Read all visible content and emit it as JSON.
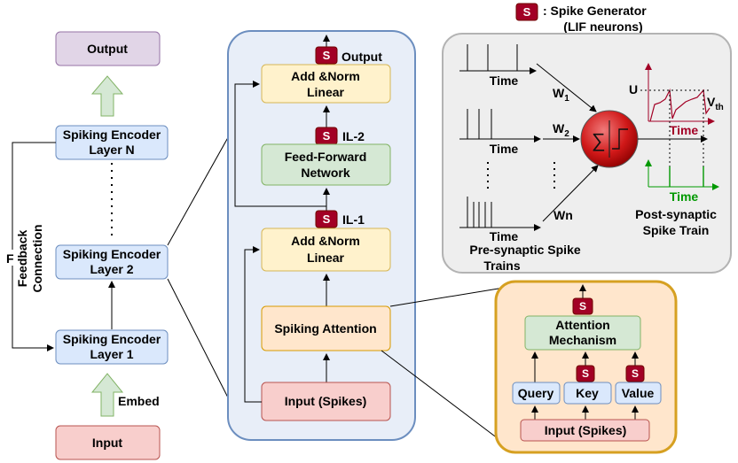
{
  "legend": {
    "badge": "S",
    "text_line1": ": Spike Generator",
    "text_line2": "(LIF neurons)"
  },
  "left": {
    "output": "Output",
    "layer_n": [
      "Spiking Encoder",
      "Layer N"
    ],
    "layer_2": [
      "Spiking Encoder",
      "Layer 2"
    ],
    "layer_1": [
      "Spiking Encoder",
      "Layer 1"
    ],
    "input": "Input",
    "embed": "Embed",
    "f_label": "F",
    "feedback": [
      "Feedback",
      "Connection"
    ]
  },
  "middle": {
    "output_label": "Output",
    "add_norm_top": [
      "Add &Norm",
      "Linear"
    ],
    "il2": "IL-2",
    "ffn": [
      "Feed-Forward",
      "Network"
    ],
    "il1": "IL-1",
    "add_norm_bottom": [
      "Add &Norm",
      "Linear"
    ],
    "attention": "Spiking Attention",
    "input": "Input (Spikes)"
  },
  "neuron": {
    "time_labels": [
      "Time",
      "Time",
      "Time"
    ],
    "w1": "W",
    "w1_sub": "1",
    "w2": "W",
    "w2_sub": "2",
    "wn": "Wn",
    "pre": [
      "Pre-synaptic Spike",
      "Trains"
    ],
    "u": "U",
    "vth": "V",
    "vth_sub": "th",
    "time_red": "Time",
    "time_green": "Time",
    "post": [
      "Post-synaptic",
      "Spike Train"
    ],
    "sum_symbol": "∑"
  },
  "attention_detail": {
    "mechanism": [
      "Attention",
      "Mechanism"
    ],
    "query": "Query",
    "key": "Key",
    "value": "Value",
    "input": "Input (Spikes)"
  },
  "colors": {
    "purple_fill": "#e1d5e7",
    "purple_stroke": "#9673a6",
    "blue_fill": "#dae8fc",
    "blue_stroke": "#6c8ebf",
    "red_fill": "#f8cecc",
    "red_stroke": "#b85450",
    "yellow_fill": "#fff2cc",
    "yellow_stroke": "#d6b656",
    "green_fill": "#d5e8d4",
    "green_stroke": "#82b366",
    "spike_badge": "#a20025",
    "arrow_green": "#82b366"
  }
}
